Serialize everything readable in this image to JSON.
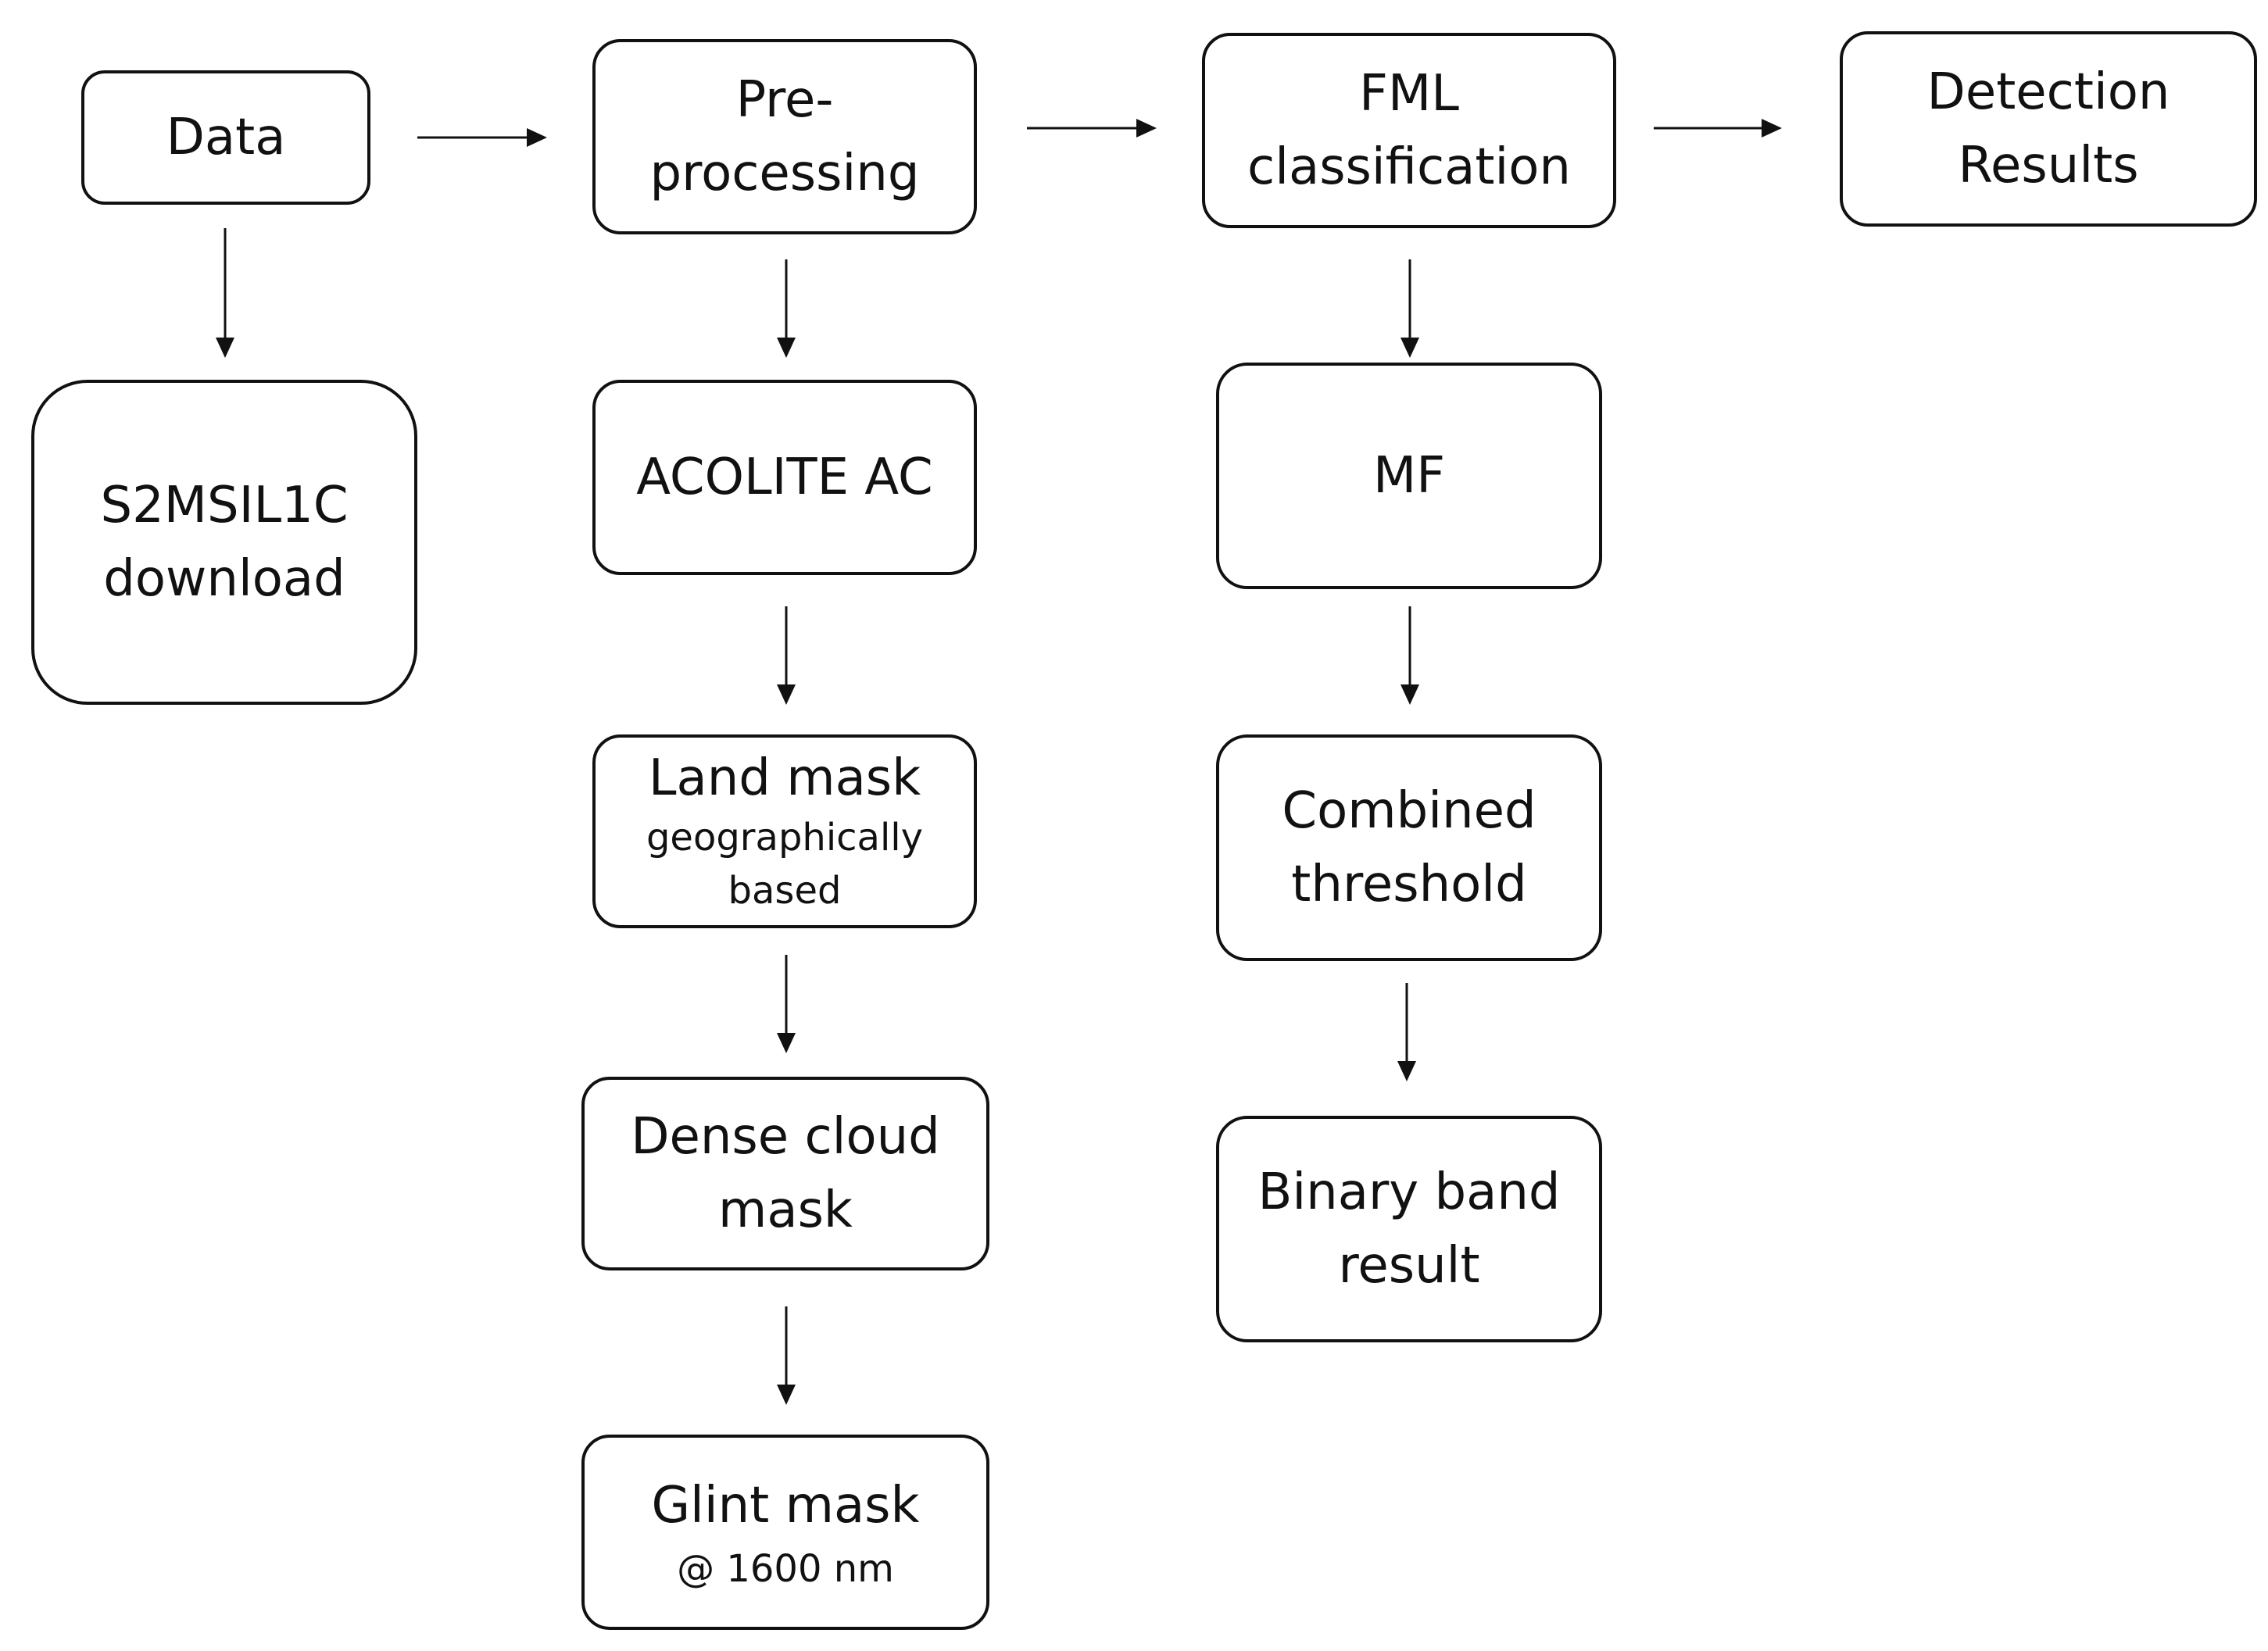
{
  "nodes": {
    "data": {
      "main": "Data"
    },
    "s2msil1c": {
      "main": "S2MSIL1C\ndownload"
    },
    "preprocessing": {
      "main": "Pre-\nprocessing"
    },
    "acolite": {
      "main": "ACOLITE AC"
    },
    "land_mask": {
      "main": "Land mask",
      "sub": "geographically\nbased"
    },
    "cloud_mask": {
      "main": "Dense cloud\nmask"
    },
    "glint_mask": {
      "main": "Glint mask",
      "sub": "@ 1600 nm"
    },
    "fml": {
      "main": "FML\nclassification"
    },
    "mf": {
      "main": "MF"
    },
    "threshold": {
      "main": "Combined\nthreshold"
    },
    "binary": {
      "main": "Binary band\nresult"
    },
    "detection": {
      "main": "Detection\nResults"
    }
  }
}
